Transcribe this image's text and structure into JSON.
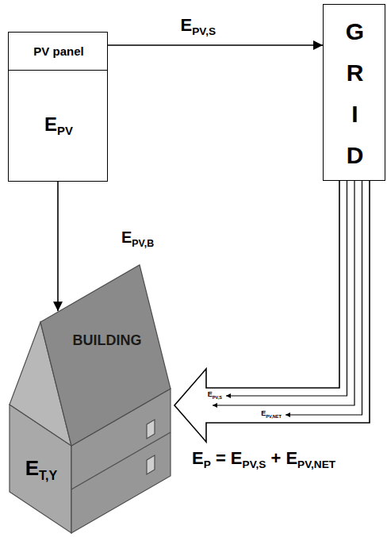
{
  "diagram": {
    "nodes": [
      {
        "text": [
          "PV panel",
          "EPV"
        ]
      },
      {
        "text": [
          "GRID"
        ]
      },
      {
        "text": [
          "BUILDING",
          "ET,Y"
        ]
      }
    ],
    "edges": [
      {
        "from": 0,
        "to": 1,
        "arrow": "to",
        "label": "EPV,S"
      },
      {
        "from": 0,
        "to": 2,
        "arrow": "to",
        "label": "EPV,B"
      },
      {
        "from": 1,
        "to": 2,
        "arrow": "to",
        "label": "EP = EPV,S + EPV,NET"
      }
    ],
    "labels": [
      "EPV,S",
      "EPV,NET"
    ]
  }
}
